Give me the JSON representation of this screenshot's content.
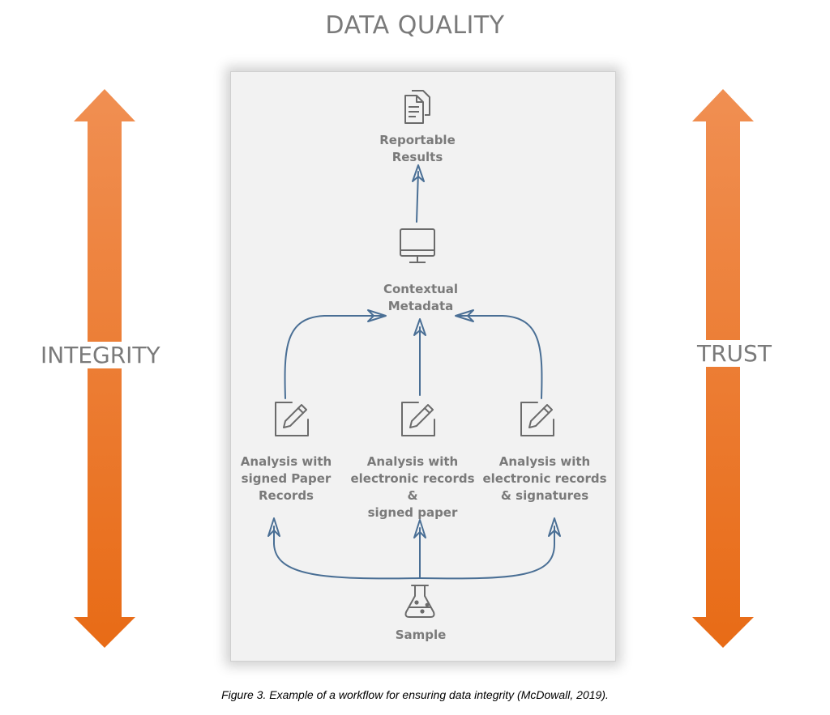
{
  "title": "DATA QUALITY",
  "left_label": "INTEGRITY",
  "right_label": "TRUST",
  "colors": {
    "arrow": "#ee7a2a",
    "connector": "#4a6f95",
    "icon": "#6b6b6b",
    "text": "#7a7a7a",
    "panel": "#f2f2f2"
  },
  "nodes": {
    "reportable": {
      "icon": "documents-icon",
      "lines": [
        "Reportable",
        "Results"
      ]
    },
    "metadata": {
      "icon": "monitor-icon",
      "lines": [
        "Contextual",
        "Metadata"
      ]
    },
    "paper": {
      "icon": "edit-icon",
      "lines": [
        "Analysis with",
        "signed Paper",
        "Records"
      ]
    },
    "hybrid": {
      "icon": "edit-icon",
      "lines": [
        "Analysis with",
        "electronic records &",
        "signed paper"
      ]
    },
    "electronic": {
      "icon": "edit-icon",
      "lines": [
        "Analysis with",
        "electronic records",
        "& signatures"
      ]
    },
    "sample": {
      "icon": "flask-icon",
      "lines": [
        "Sample"
      ]
    }
  },
  "caption": "Figure 3. Example of a workflow for ensuring data integrity (McDowall, 2019)."
}
